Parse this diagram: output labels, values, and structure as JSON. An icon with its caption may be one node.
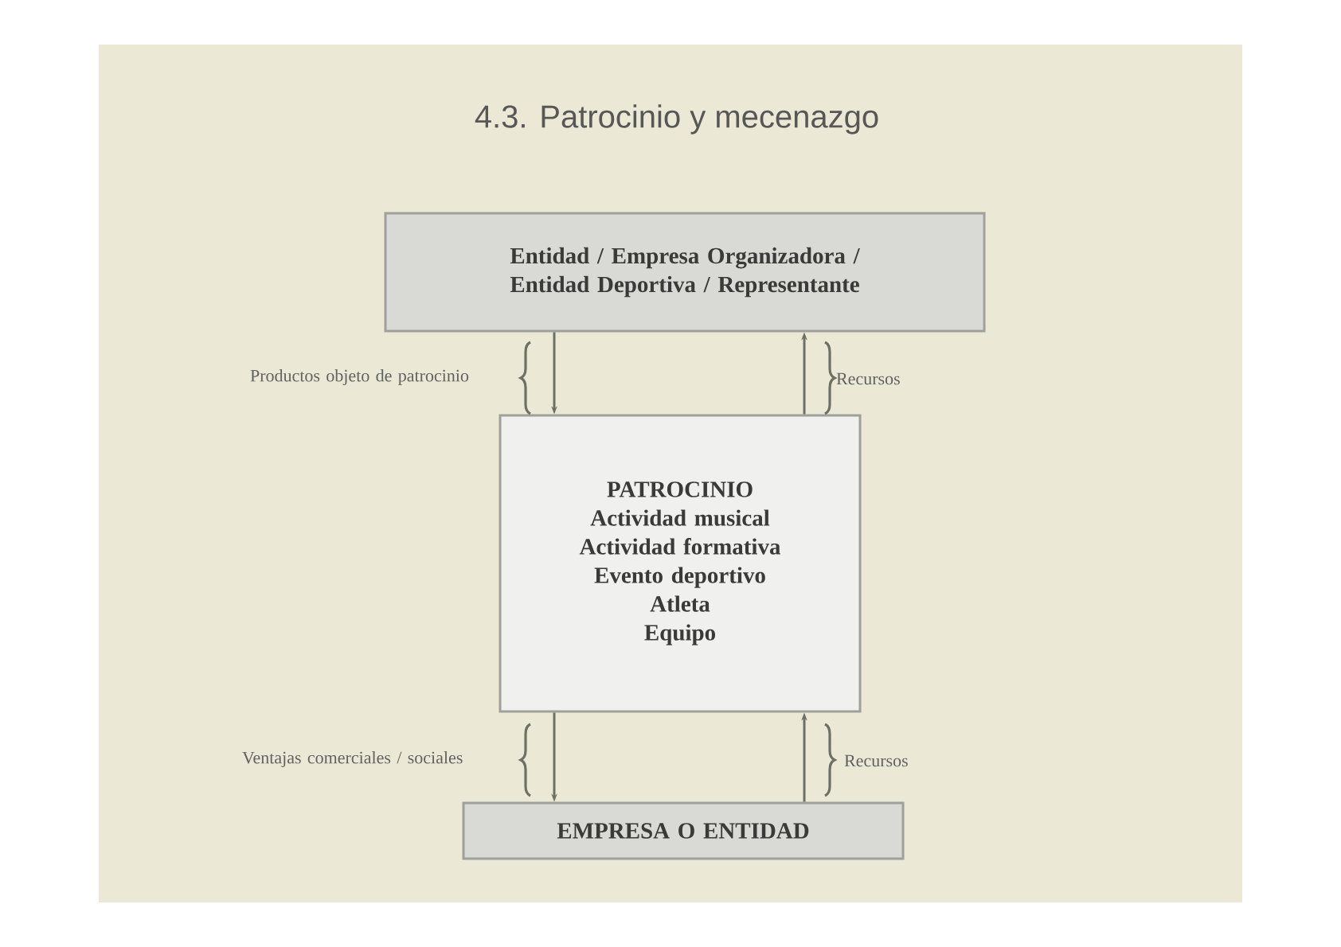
{
  "diagram": {
    "title": "4.3. Patrocinio y mecenazgo",
    "nodes": [
      {
        "text": [
          "Entidad / Empresa Organizadora / Entidad Deportiva / Representante"
        ]
      },
      {
        "text": [
          "PATROCINIO",
          "Actividad musical",
          "Actividad formativa",
          "Evento deportivo",
          "Atleta",
          "Equipo"
        ]
      },
      {
        "text": [
          "EMPRESA O ENTIDAD"
        ]
      }
    ],
    "edges": [
      {
        "from": 0,
        "to": 1,
        "arrow": "to"
      },
      {
        "from": 1,
        "to": 0,
        "arrow": "to"
      },
      {
        "from": 1,
        "to": 2,
        "arrow": "to"
      },
      {
        "from": 2,
        "to": 1,
        "arrow": "to"
      }
    ],
    "labels": [
      "Productos objeto de patrocinio",
      "Recursos",
      "Ventajas comerciales / sociales",
      "Recursos"
    ]
  }
}
